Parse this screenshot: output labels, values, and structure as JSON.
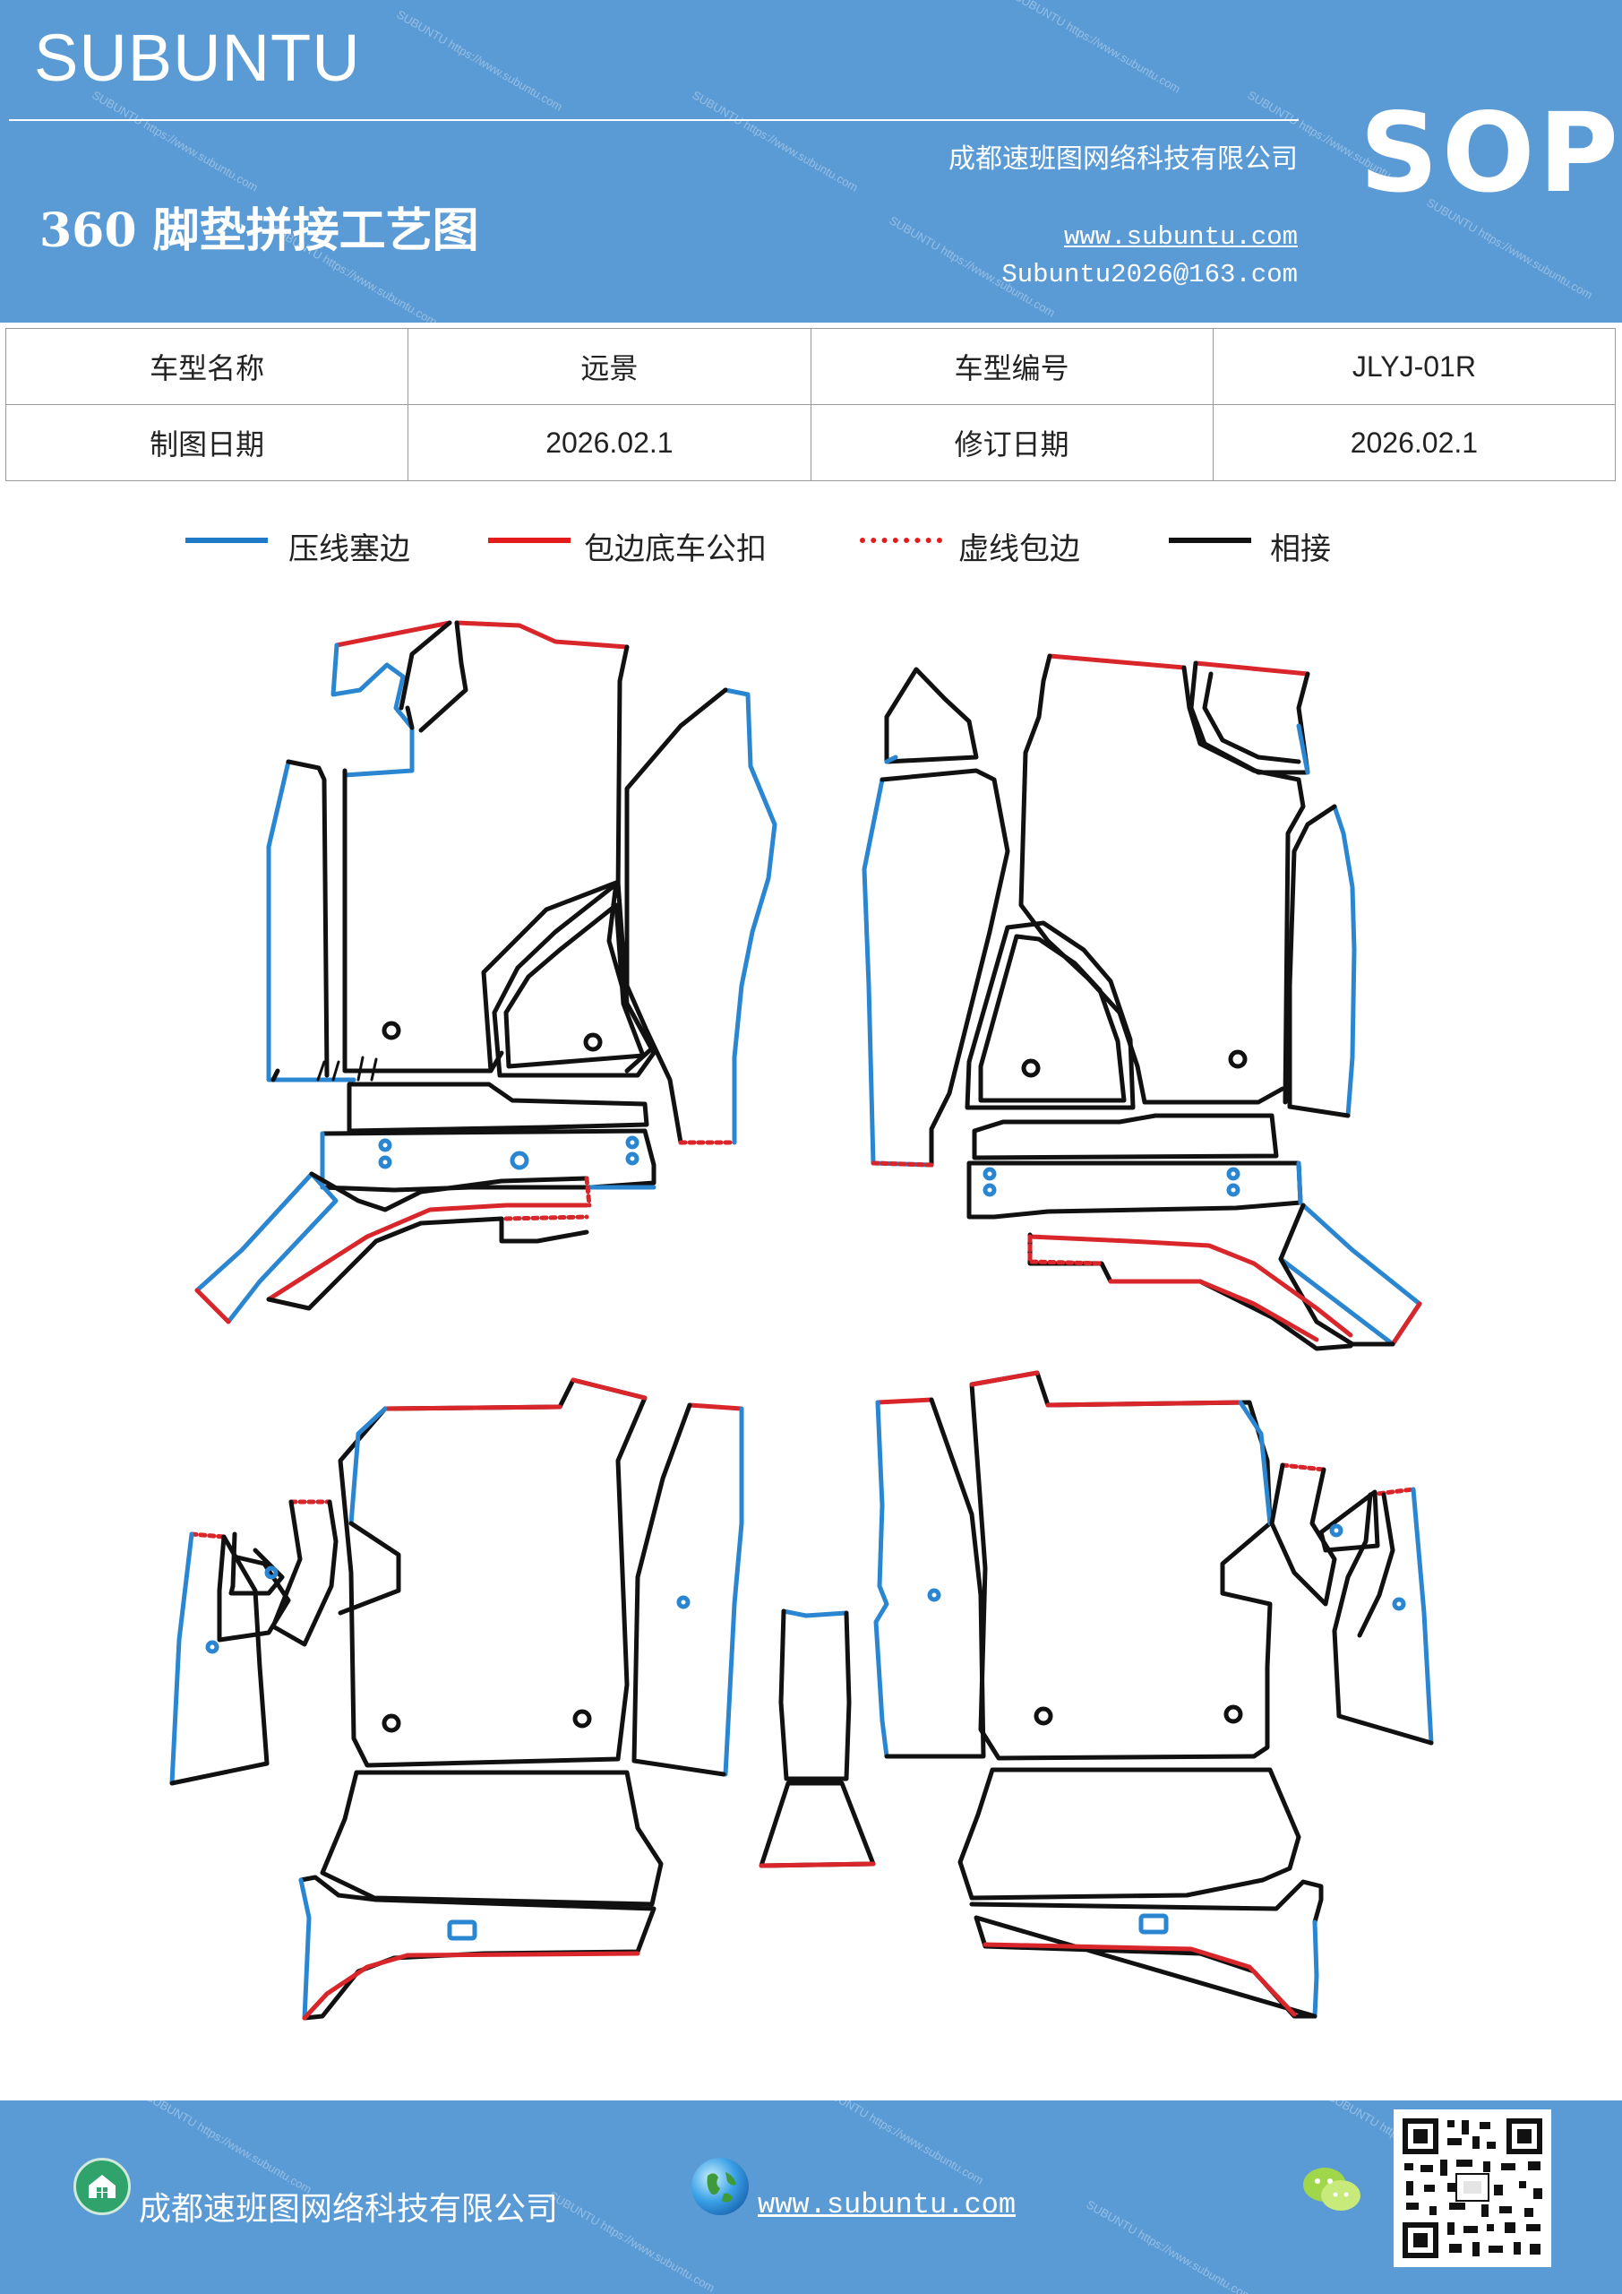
{
  "header": {
    "brand": "SUBUNTU",
    "badge": "SOP",
    "company": "成都速班图网络科技有限公司",
    "title": "360 脚垫拼接工艺图",
    "website": "www.subuntu.com",
    "email": "Subuntu2026@163.com",
    "watermark": "SUBUNTU https://www.subuntu.com"
  },
  "info_table": {
    "rows": [
      [
        {
          "label": "车型名称",
          "value": "远景"
        },
        {
          "label": "车型编号",
          "value": "JLYJ-01R"
        }
      ],
      [
        {
          "label": "制图日期",
          "value": "2026.02.1"
        },
        {
          "label": "修订日期",
          "value": "2026.02.1"
        }
      ]
    ]
  },
  "legend": [
    {
      "label": "压线塞边",
      "color": "#1f7ac8",
      "style": "solid"
    },
    {
      "label": "包边底车公扣",
      "color": "#e31b1b",
      "style": "solid"
    },
    {
      "label": "虚线包边",
      "color": "#e31b1b",
      "style": "dotted"
    },
    {
      "label": "相接",
      "color": "#111111",
      "style": "solid"
    }
  ],
  "colors": {
    "header_bg": "#5b9bd5",
    "blue_edge": "#2a86d0",
    "red_edge": "#d8262b",
    "black_edge": "#111111"
  },
  "footer": {
    "company": "成都速班图网络科技有限公司",
    "website": "www.subuntu.com",
    "icons": [
      "home-icon",
      "globe-icon",
      "wechat-icon",
      "qr-code"
    ]
  }
}
